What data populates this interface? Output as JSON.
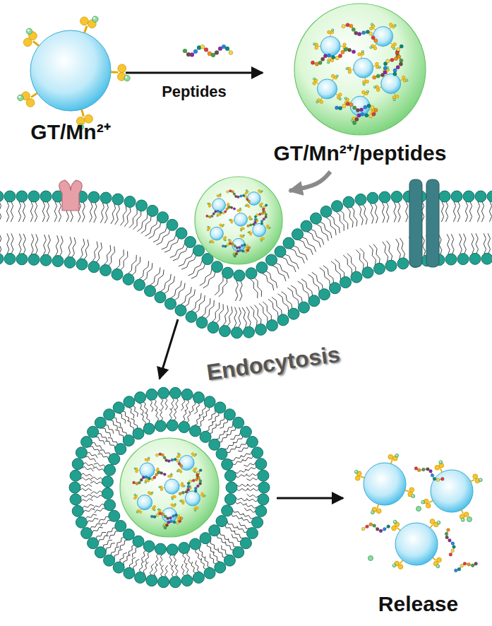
{
  "diagram": {
    "nodes": [
      {
        "text": [
          "GT/Mn²⁺"
        ]
      },
      {
        "text": [
          "GT/Mn²⁺/peptides"
        ]
      },
      {
        "text": [
          "Endocytosis"
        ]
      },
      {
        "text": [
          "Release"
        ]
      }
    ],
    "edges": [
      {
        "from": 0,
        "to": 1,
        "arrow": "to",
        "label": "Peptides"
      },
      {
        "from": 1,
        "to": 2,
        "arrow": "to"
      }
    ]
  }
}
